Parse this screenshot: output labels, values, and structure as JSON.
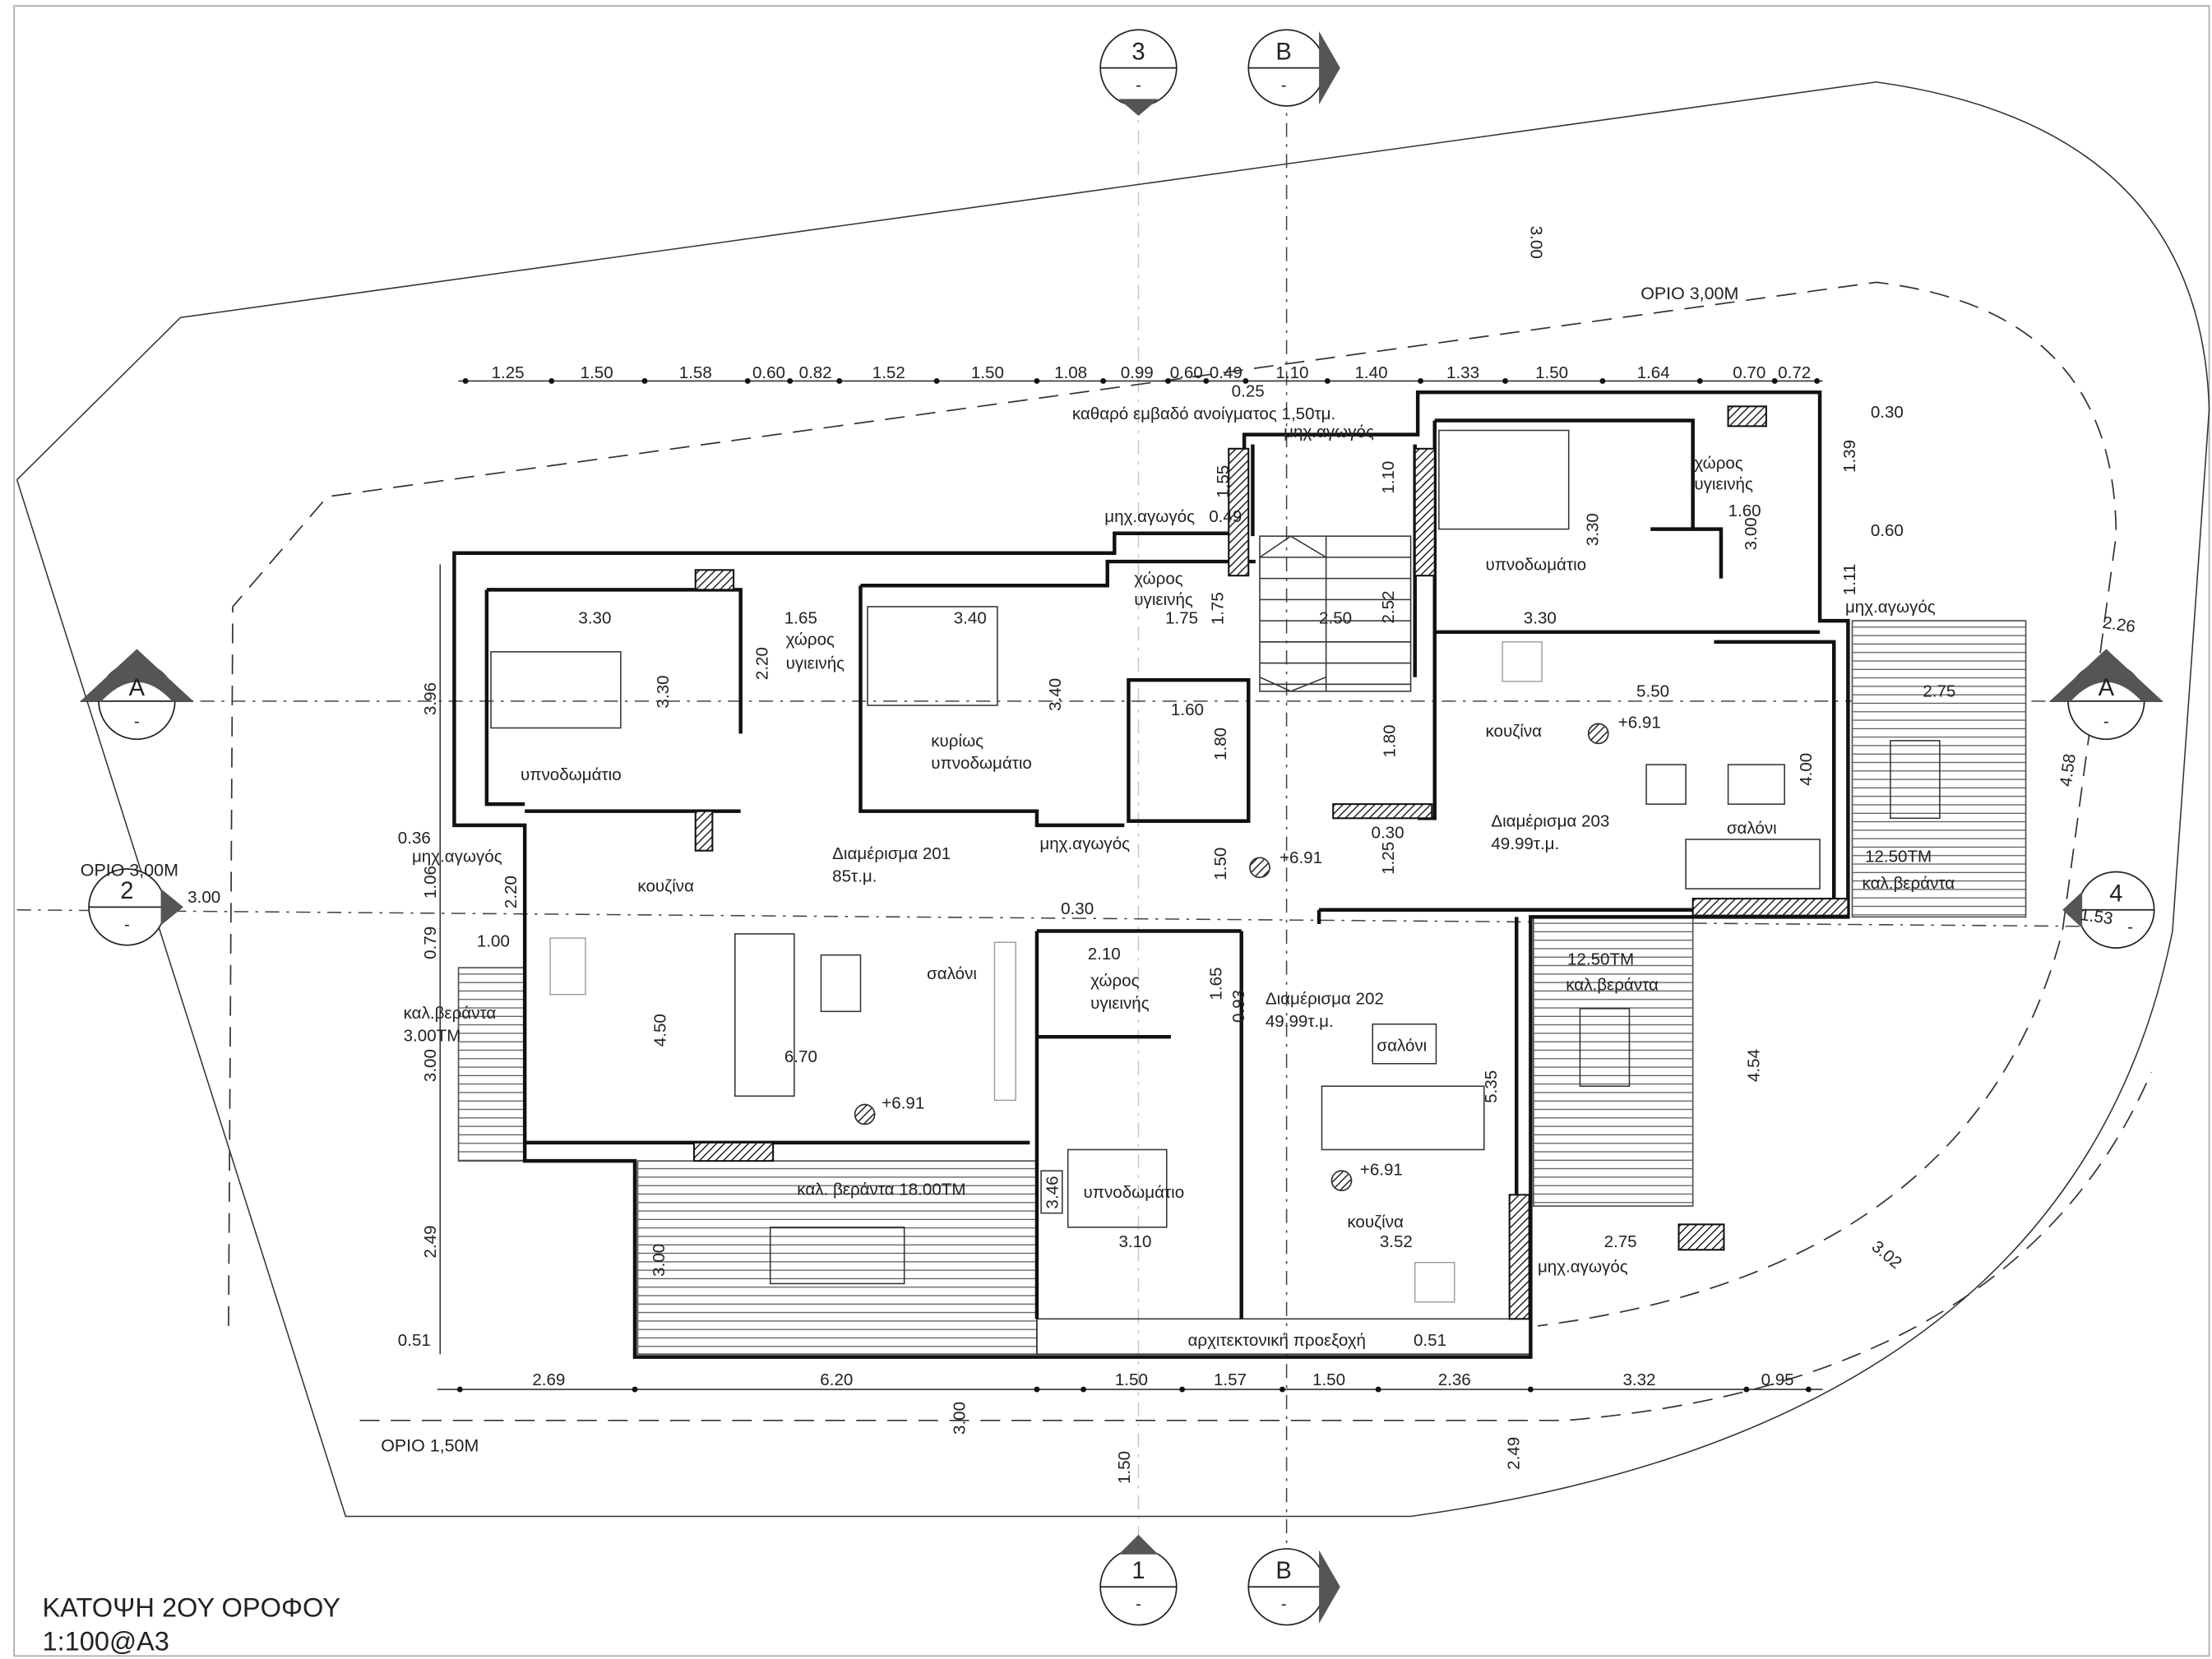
{
  "drawing": {
    "title": "ΚΑΤΟΨΗ 2ΟΥ ΟΡΟΦΟΥ",
    "scale": "1:100@A3"
  },
  "section_markers": [
    {
      "label": "3",
      "sub": "-"
    },
    {
      "label": "B",
      "sub": "-"
    },
    {
      "label": "A",
      "sub": "-"
    },
    {
      "label": "A",
      "sub": "-"
    },
    {
      "label": "2",
      "sub": "-"
    },
    {
      "label": "4",
      "sub": "-"
    },
    {
      "label": "1",
      "sub": "-"
    },
    {
      "label": "B",
      "sub": "-"
    }
  ],
  "limits": {
    "top": "ΟΡΙΟ 3,00Μ",
    "left": "ΟΡΙΟ 3,00Μ",
    "bottom": "ΟΡΙΟ 1,50Μ"
  },
  "top_dims": [
    "1.25",
    "1.50",
    "1.58",
    "0.60",
    "0.82",
    "1.52",
    "1.50",
    "1.08",
    "0.99",
    "0.60",
    "0.49",
    "1.10",
    "1.40",
    "1.33",
    "1.50",
    "1.64",
    "0.70",
    "0.72"
  ],
  "bottom_dims": [
    "2.69",
    "6.20",
    "1.50",
    "1.57",
    "1.50",
    "2.36",
    "3.32",
    "0.95"
  ],
  "rooms": {
    "apt201_name": "Διαμέρισμα 201",
    "apt201_area": "85τ.μ.",
    "apt202_name": "Διαμέρισμα 202",
    "apt202_area": "49.99τ.μ.",
    "apt203_name": "Διαμέρισμα 203",
    "apt203_area": "49.99τ.μ.",
    "bedroom": "υπνοδωμάτιο",
    "master_1": "κυρίως",
    "master_2": "υπνοδωμάτιο",
    "wc_1": "χώρος",
    "wc_2": "υγιεινής",
    "kitchen": "κουζίνα",
    "living": "σαλόνι",
    "veranda": "καλ.βεράντα",
    "veranda_area_12": "12.50ΤΜ",
    "veranda_area_3": "3.00ΤΜ",
    "veranda_big": "καλ. βεράντα 18.00ΤΜ",
    "duct": "μηχ.αγωγός",
    "opening_area": "καθαρό εμβαδό ανοίγματος 1,50τμ.",
    "projection": "αρχιτεκτονική προεξοχή",
    "level": "+6.91"
  },
  "dims": {
    "d025": "0.25",
    "d300": "3.00",
    "d030": "0.30",
    "d139": "1.39",
    "d060": "0.60",
    "d111": "1.11",
    "d226": "2.26",
    "d458": "4.58",
    "d153": "1.53",
    "d330": "3.30",
    "d165": "1.65",
    "d340": "3.40",
    "d175": "1.75",
    "d155": "1.55",
    "d049": "0.49",
    "d110": "1.10",
    "d250": "2.50",
    "d252": "2.52",
    "d160": "1.60",
    "d396": "3.96",
    "d220": "2.20",
    "d180": "1.80",
    "d550": "5.50",
    "d275": "2.75",
    "d400": "4.00",
    "d125": "1.25",
    "d036": "0.36",
    "d106": "1.06",
    "d150": "1.50",
    "d079": "0.79",
    "d100": "1.00",
    "d210": "2.10",
    "d093": "0.93",
    "d450": "4.50",
    "d670": "6.70",
    "d535": "5.35",
    "d454": "4.54",
    "d346": "3.46",
    "d310": "3.10",
    "d352": "3.52",
    "d249": "2.49",
    "d302": "3.02",
    "d051": "0.51"
  }
}
